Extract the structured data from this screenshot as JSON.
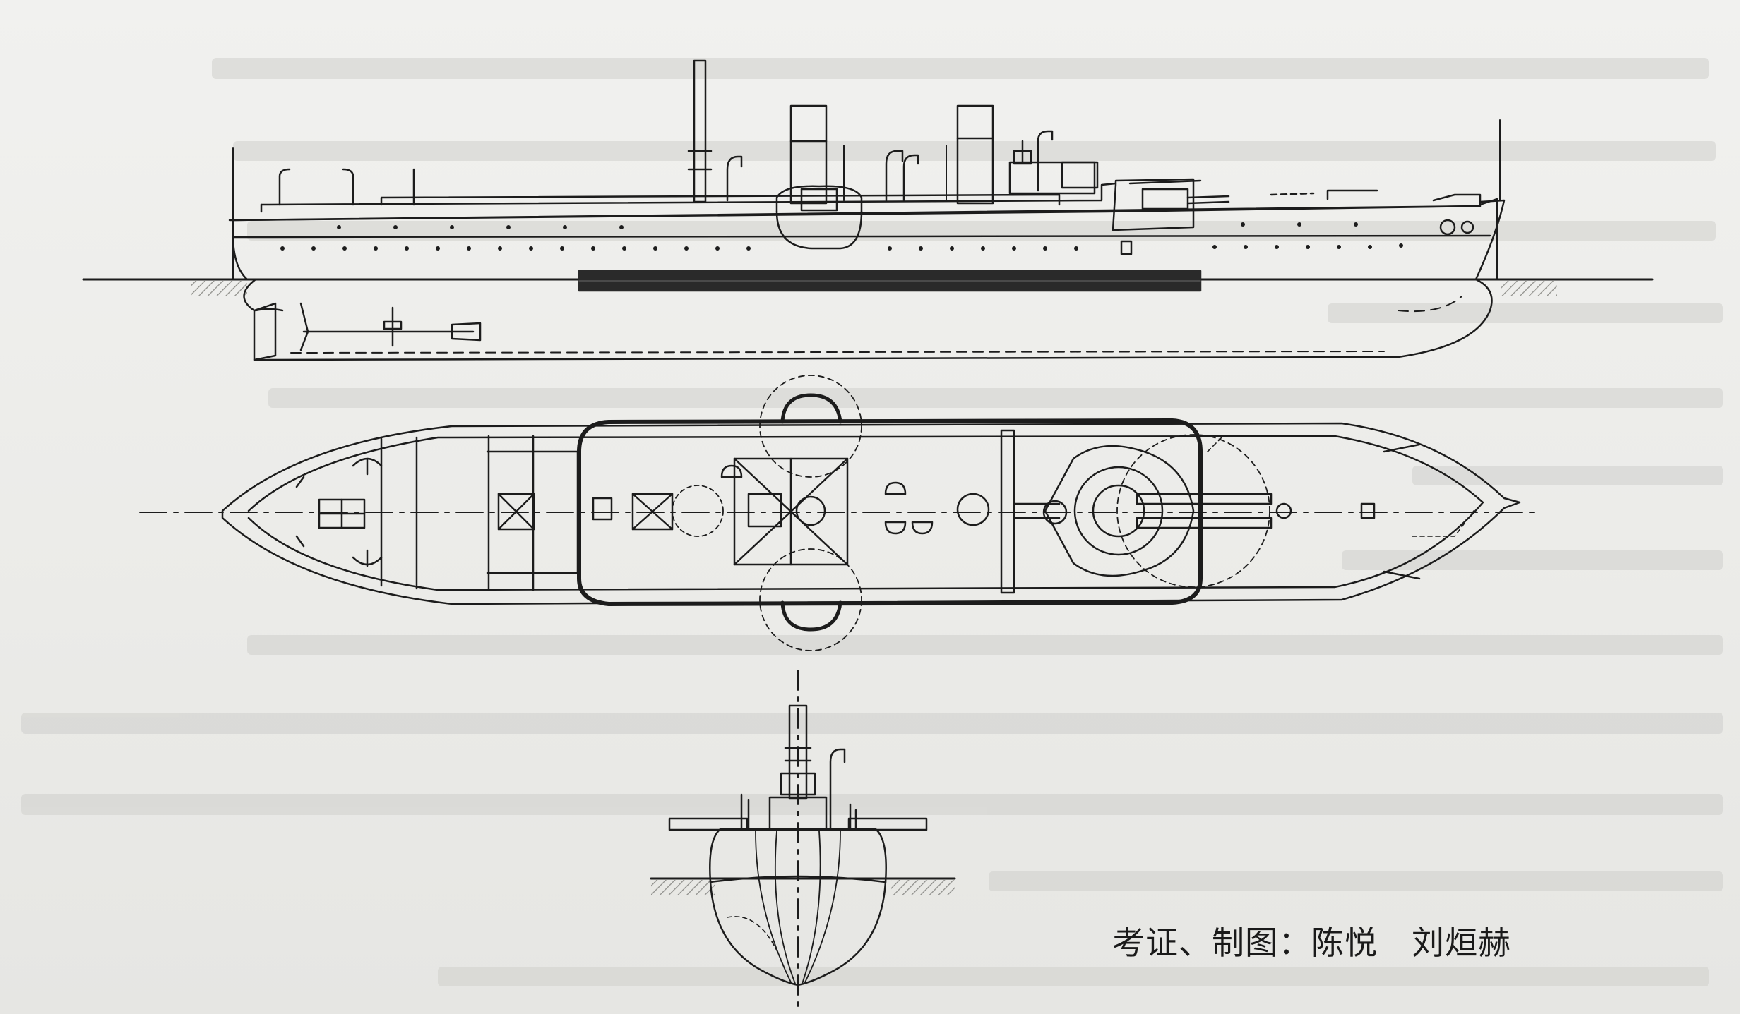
{
  "credit": {
    "role": "考证、制图：",
    "author1": "陈悦",
    "author2": "刘烜赫"
  },
  "colors": {
    "paper": "#ececea",
    "ink": "#1c1c1c",
    "bleed_text": "#c9c9c6",
    "hatch": "#9a9a96",
    "keel_band": "#2a2a2a"
  }
}
